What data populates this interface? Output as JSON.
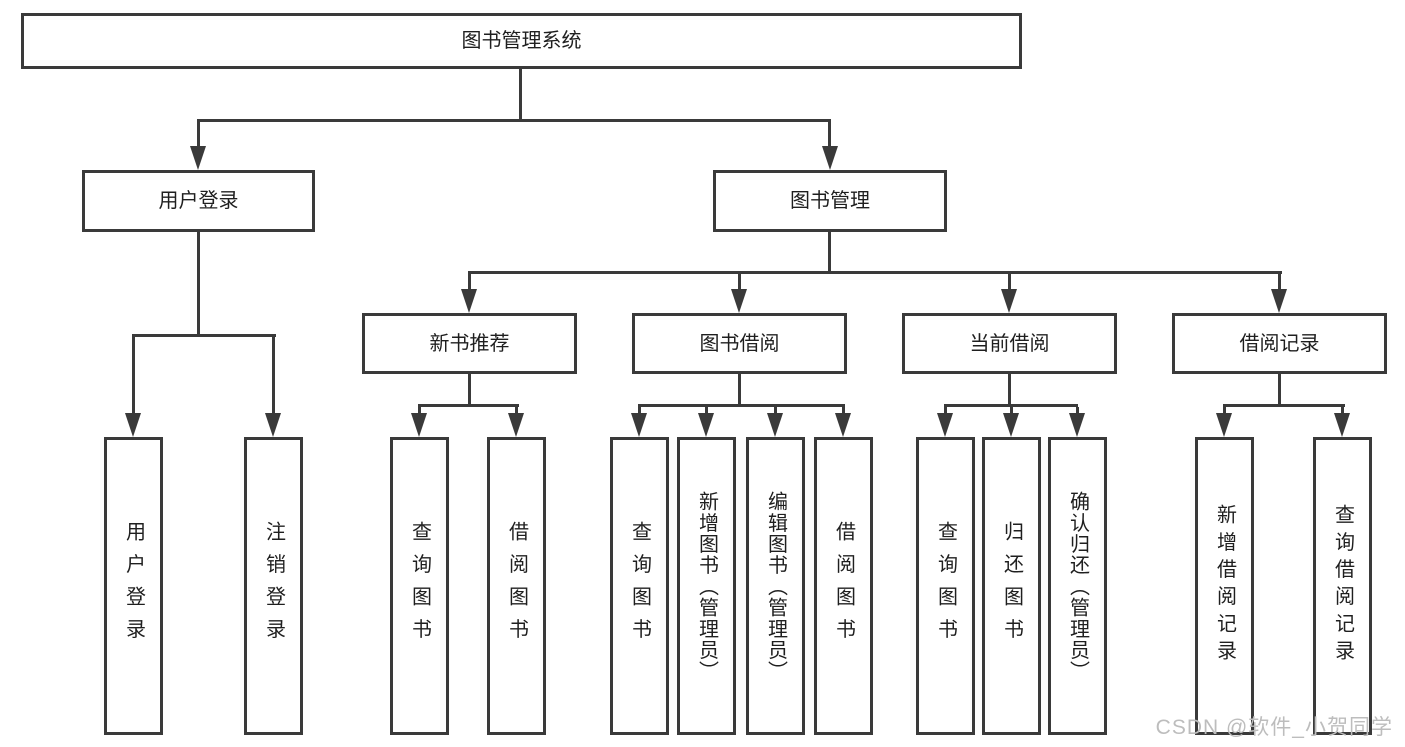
{
  "diagram": {
    "type": "hierarchy",
    "root": {
      "label": "图书管理系统"
    },
    "branches": [
      {
        "label": "用户登录",
        "children": [
          {
            "label": "用户登录"
          },
          {
            "label": "注销登录"
          }
        ]
      },
      {
        "label": "图书管理",
        "children": [
          {
            "label": "新书推荐",
            "children": [
              {
                "label": "查询图书"
              },
              {
                "label": "借阅图书"
              }
            ]
          },
          {
            "label": "图书借阅",
            "children": [
              {
                "label": "查询图书"
              },
              {
                "label": "新增图书（管理员）"
              },
              {
                "label": "编辑图书（管理员）"
              },
              {
                "label": "借阅图书"
              }
            ]
          },
          {
            "label": "当前借阅",
            "children": [
              {
                "label": "查询图书"
              },
              {
                "label": "归还图书"
              },
              {
                "label": "确认归还（管理员）"
              }
            ]
          },
          {
            "label": "借阅记录",
            "children": [
              {
                "label": "新增借阅记录"
              },
              {
                "label": "查询借阅记录"
              }
            ]
          }
        ]
      }
    ],
    "watermark": {
      "text": "CSDN @软件_小贺同学",
      "color": "#bdbdbd"
    },
    "colors": {
      "line": "#3a3a3a",
      "text": "#1f1f1f",
      "background": "#ffffff"
    }
  }
}
